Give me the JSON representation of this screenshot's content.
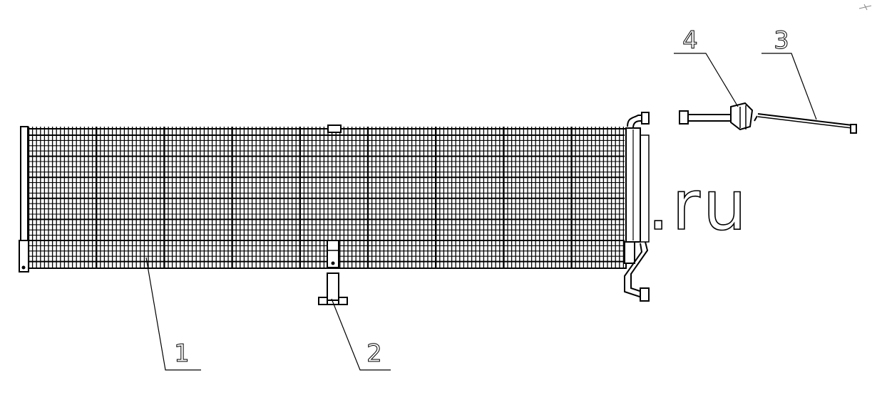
{
  "callouts": [
    {
      "id": "1",
      "text": "1"
    },
    {
      "id": "2",
      "text": "2"
    },
    {
      "id": "3",
      "text": "3"
    },
    {
      "id": "4",
      "text": "4"
    }
  ],
  "watermark": {
    "text": ".ru"
  },
  "colors": {
    "line": "#000000",
    "background": "#ffffff"
  }
}
